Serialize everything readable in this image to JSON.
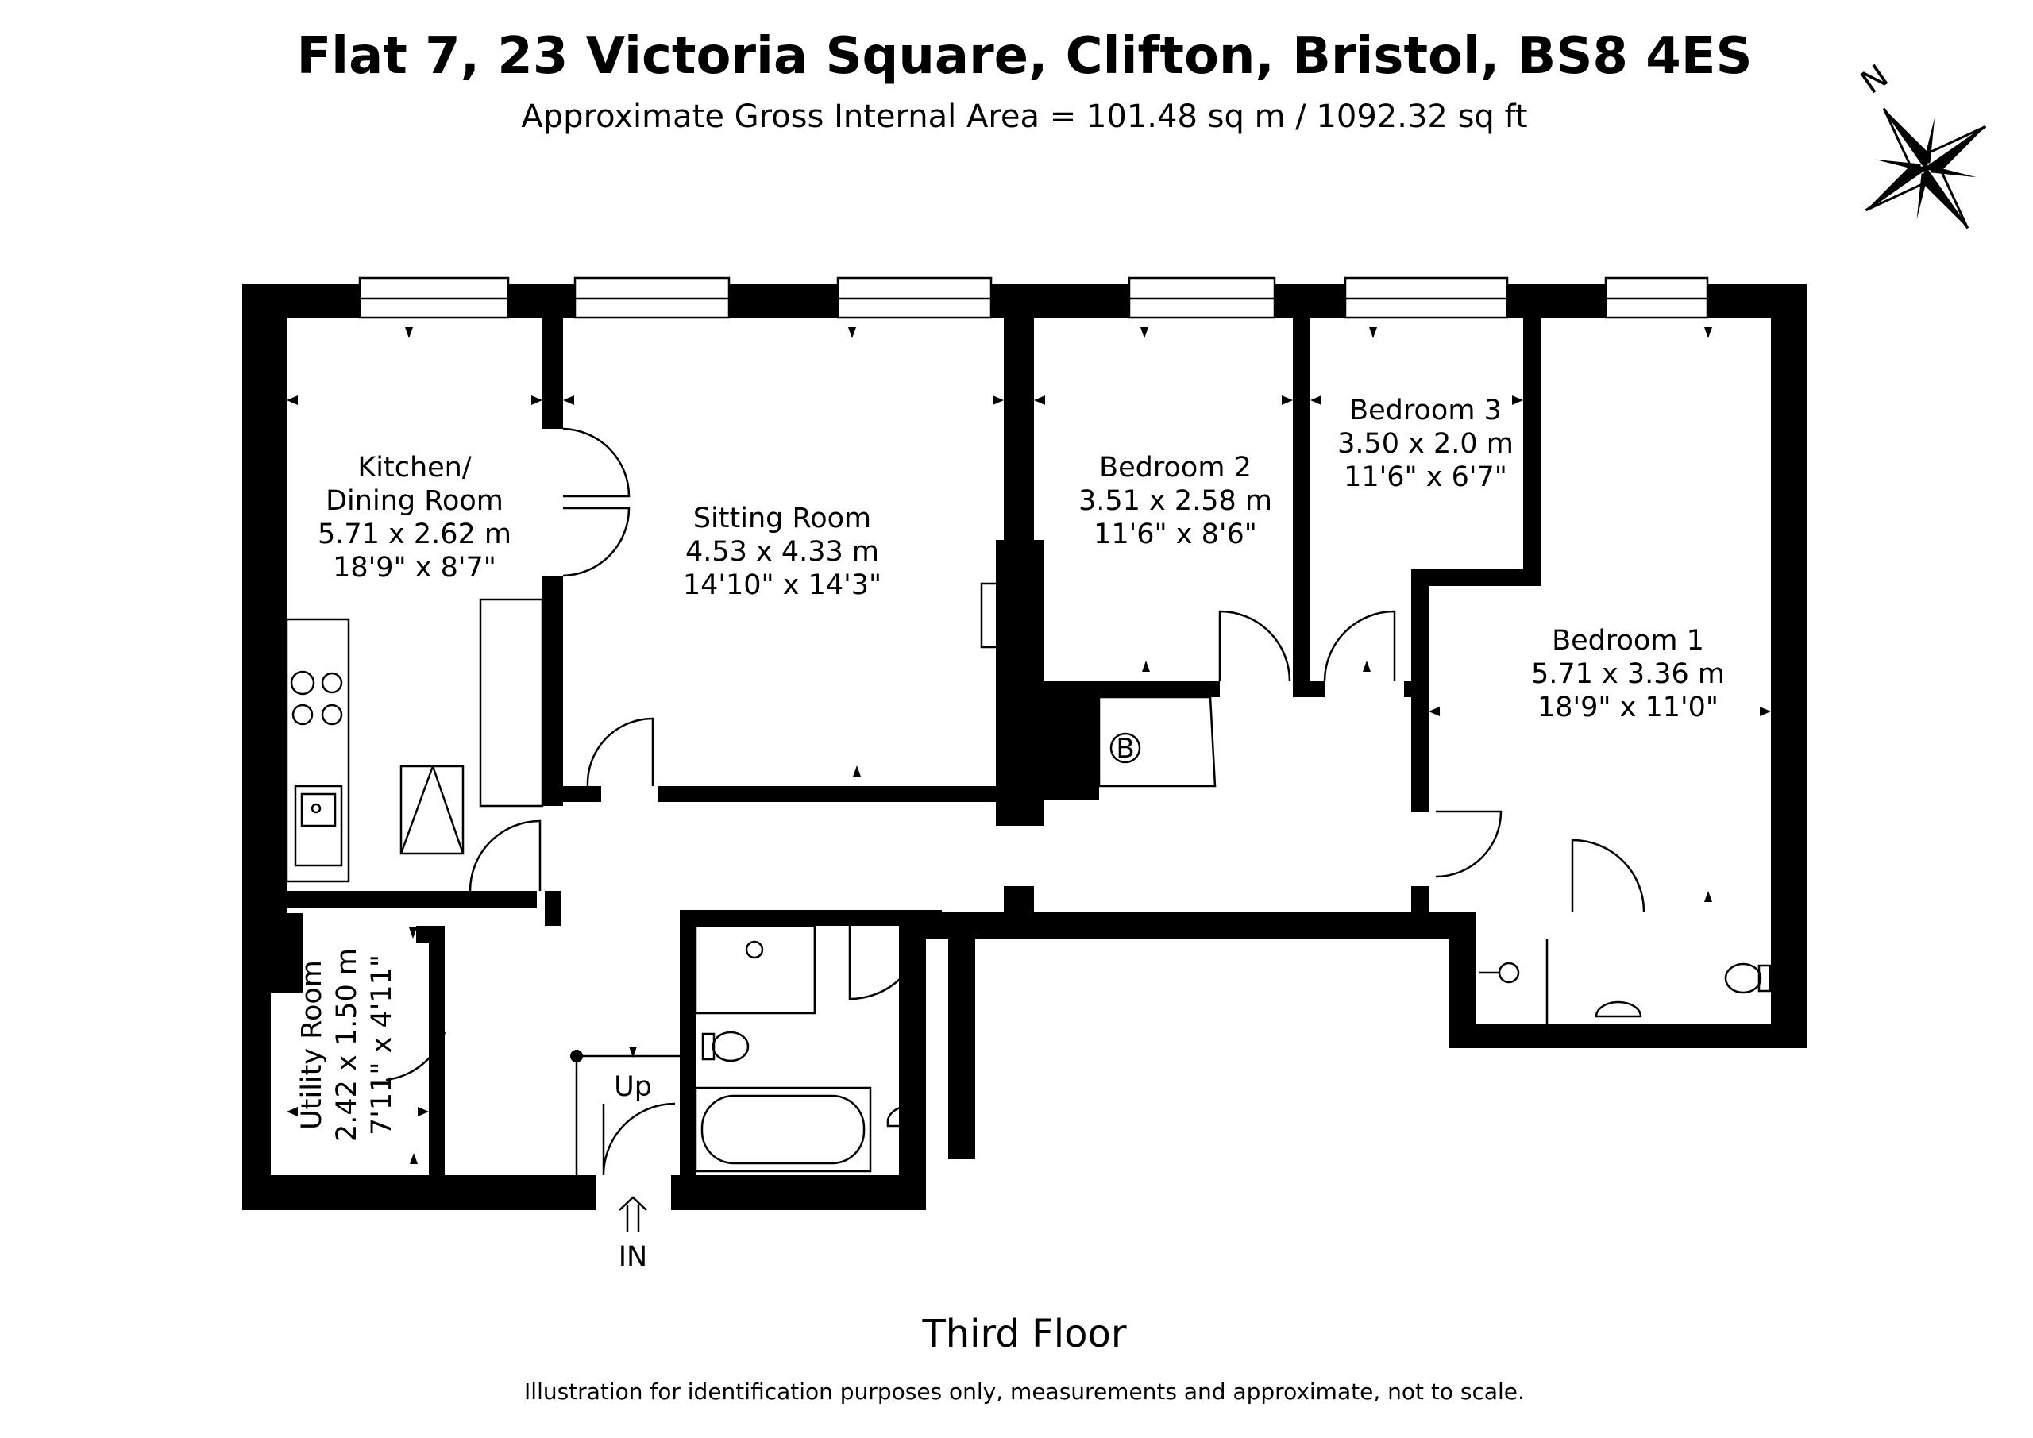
{
  "header": {
    "title": "Flat 7, 23 Victoria Square, Clifton, Bristol, BS8 4ES",
    "area": "Approximate Gross Internal Area = 101.48 sq m / 1092.32 sq ft"
  },
  "compass": {
    "label": "N",
    "icon": "compass-star-icon"
  },
  "rooms": {
    "kitchen": {
      "name1": "Kitchen/",
      "name2": "Dining Room",
      "metric": "5.71 x 2.62 m",
      "imperial": "18'9\" x 8'7\""
    },
    "sitting": {
      "name": "Sitting Room",
      "metric": "4.53 x 4.33 m",
      "imperial": "14'10\" x 14'3\""
    },
    "bedroom2": {
      "name": "Bedroom 2",
      "metric": "3.51 x 2.58 m",
      "imperial": "11'6\" x 8'6\""
    },
    "bedroom3": {
      "name": "Bedroom 3",
      "metric": "3.50 x 2.0 m",
      "imperial": "11'6\" x 6'7\""
    },
    "bedroom1": {
      "name": "Bedroom 1",
      "metric": "5.71 x 3.36 m",
      "imperial": "18'9\" x 11'0\""
    },
    "utility": {
      "name": "Utility Room",
      "metric": "2.42 x 1.50 m",
      "imperial": "7'11\" x 4'11\""
    }
  },
  "labels": {
    "boiler": "B",
    "up": "Up",
    "entrance": "IN"
  },
  "footer": {
    "floor": "Third Floor",
    "disclaimer": "Illustration for identification purposes only, measurements and approximate, not to scale."
  }
}
